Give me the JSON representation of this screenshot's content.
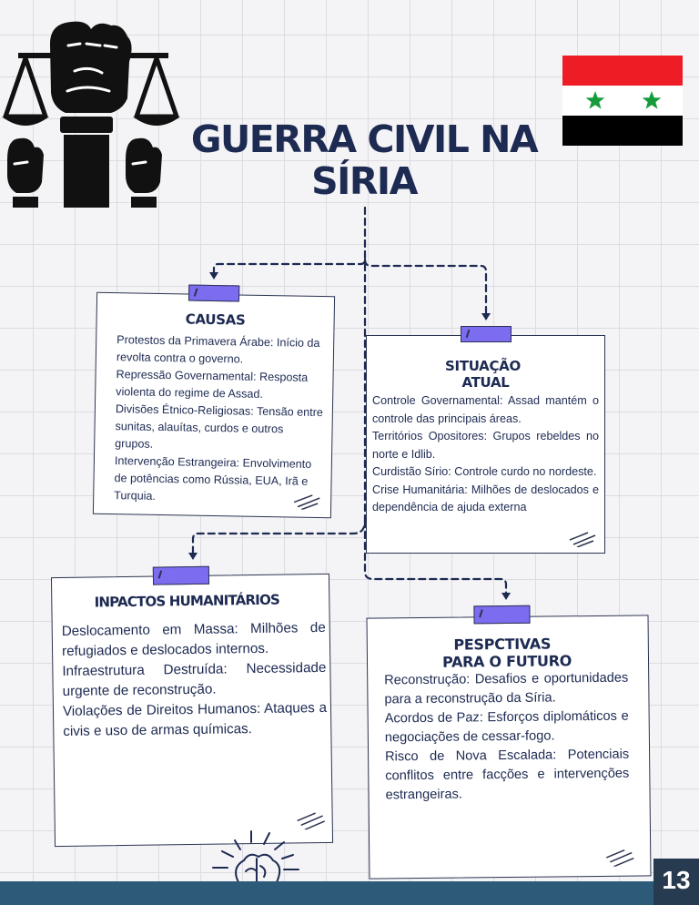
{
  "title": {
    "line1": "GUERRA CIVIL NA",
    "line2": "SÍRIA"
  },
  "icons": {
    "justice": "justice-fist-scale-icon",
    "flag": "syria-flag-icon",
    "brain": "brain-icon"
  },
  "colors": {
    "accent": "#7b6cf0",
    "navy": "#1d2a52",
    "footer": "#2e5a7a",
    "flag_red": "#ee1c25",
    "flag_green": "#149b3a"
  },
  "causas": {
    "heading": "CAUSAS",
    "items": [
      "Protestos da Primavera Árabe: Início da revolta contra o governo.",
      "Repressão Governamental: Resposta violenta do regime de Assad.",
      "Divisões Étnico-Religiosas: Tensão entre sunitas, alauítas, curdos e outros grupos.",
      "Intervenção Estrangeira: Envolvimento de potências como Rússia, EUA, Irã e Turquia."
    ]
  },
  "situacao": {
    "heading_line1": "SITUAÇÃO",
    "heading_line2": "ATUAL",
    "items": [
      "Controle Governamental: Assad mantém o controle das principais áreas.",
      "Territórios Opositores: Grupos rebeldes no norte e Idlib.",
      "Curdistão Sírio: Controle curdo no nordeste.",
      "Crise Humanitária: Milhões de deslocados e dependência de ajuda externa"
    ]
  },
  "impactos": {
    "heading": "INPACTOS HUMANITÁRIOS",
    "items": [
      "Deslocamento em Massa: Milhões de refugiados e deslocados internos.",
      "Infraestrutura Destruída: Necessidade urgente de reconstrução.",
      "Violações de Direitos Humanos: Ataques a civis e uso de armas químicas."
    ]
  },
  "perspectivas": {
    "heading_line1": "PESPCTIVAS",
    "heading_line2": "PARA O FUTURO",
    "items": [
      "Reconstrução: Desafios e oportunidades para a reconstrução da Síria.",
      "Acordos de Paz: Esforços diplomáticos e negociações de cessar-fogo.",
      "Risco de Nova Escalada: Potenciais conflitos entre facções e intervenções estrangeiras."
    ]
  },
  "footer": {
    "page_number": "13"
  }
}
